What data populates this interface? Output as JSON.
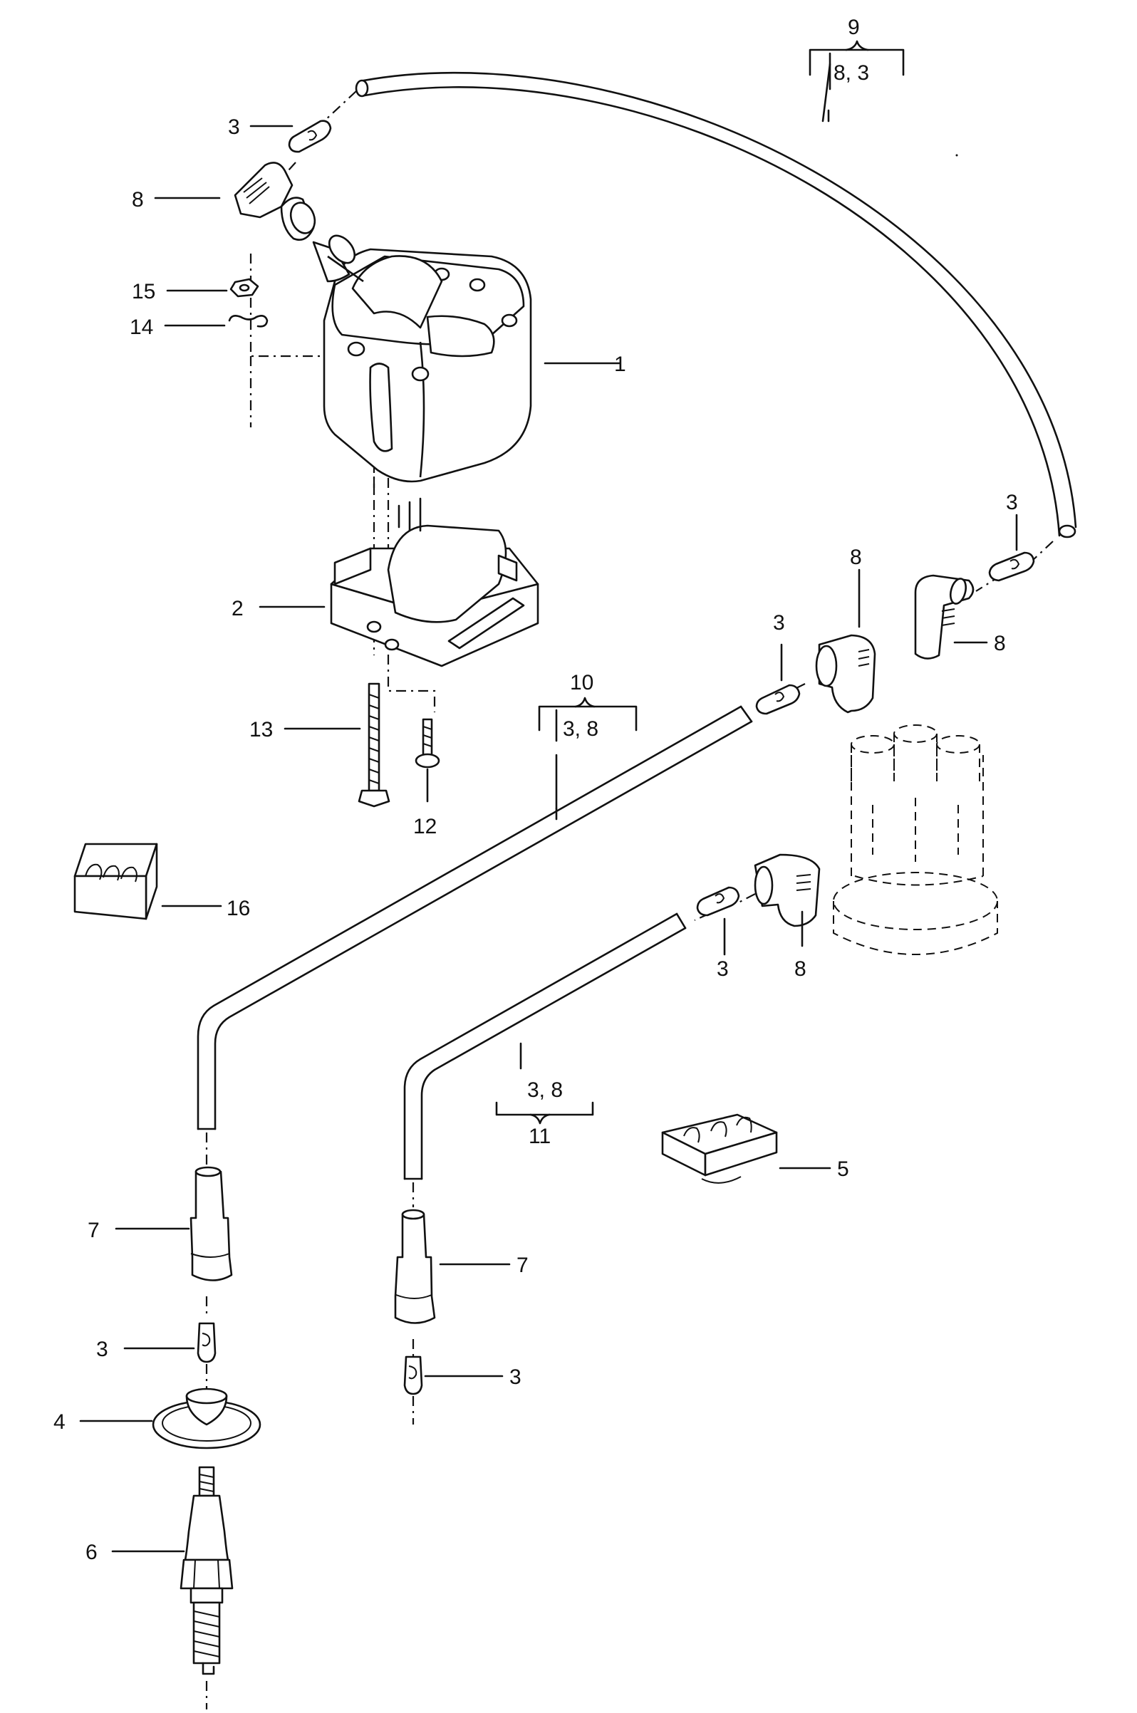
{
  "diagram": {
    "callouts": {
      "c1": "1",
      "c2": "2",
      "c3a": "3",
      "c3b": "3",
      "c3c": "3",
      "c3d": "3",
      "c3e": "3",
      "c3f": "3",
      "c4": "4",
      "c5": "5",
      "c6": "6",
      "c7a": "7",
      "c7b": "7",
      "c8a": "8",
      "c8b": "8",
      "c8c": "8",
      "c8d": "8",
      "c12": "12",
      "c13": "13",
      "c14": "14",
      "c15": "15",
      "c16": "16"
    },
    "assemblies": {
      "a9_num": "9",
      "a9_parts": "8, 3",
      "a10_num": "10",
      "a10_parts": "3, 8",
      "a11_num": "11",
      "a11_parts": "3, 8"
    }
  }
}
